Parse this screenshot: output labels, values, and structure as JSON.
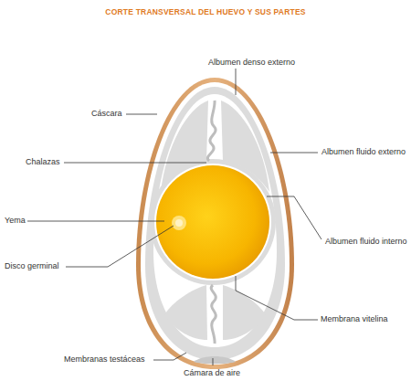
{
  "diagram": {
    "title": "CORTE TRANSVERSAL DEL HUEVO Y SUS PARTES",
    "labels": [
      "Albumen denso externo",
      "Cáscara",
      "Albumen fluido externo",
      "Chalazas",
      "Yema",
      "Albumen fluido interno",
      "Disco germinal",
      "Membrana vitelina",
      "Membranas testáceas",
      "Cámara de aire"
    ]
  }
}
